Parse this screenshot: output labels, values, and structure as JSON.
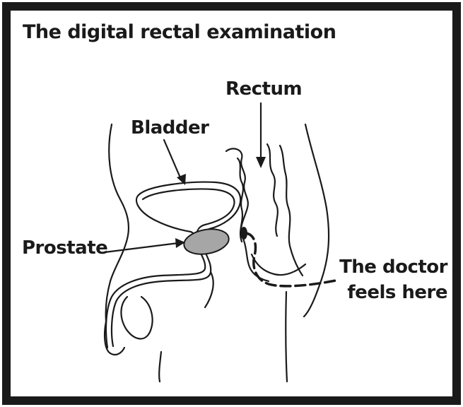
{
  "title": "The digital rectal examination",
  "labels": {
    "rectum": "Rectum",
    "bladder": "Bladder",
    "prostate": "Prostate",
    "doctor_line1": "The doctor",
    "doctor_line2": "feels here"
  },
  "colors": {
    "border": "#1a1a1a",
    "outline": "#1a1a1a",
    "prostate_fill": "#a6a6a6",
    "background": "#ffffff"
  }
}
